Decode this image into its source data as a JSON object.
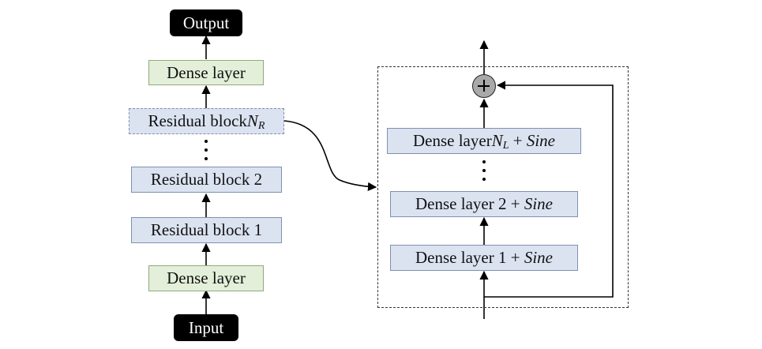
{
  "left_stack": {
    "output_label": "Output",
    "dense_top_label": "Dense layer",
    "residual_n": {
      "text": "Residual block ",
      "symbol": "N",
      "subscript": "R"
    },
    "residual_2_label": "Residual block 2",
    "residual_1_label": "Residual block 1",
    "dense_bottom_label": "Dense layer",
    "input_label": "Input"
  },
  "right_block": {
    "dense_n": {
      "text": "Dense layer ",
      "symbol": "N",
      "subscript": "L",
      "plus": " + ",
      "activation": "Sine"
    },
    "dense_2": {
      "text": "Dense layer 2 + ",
      "activation": "Sine"
    },
    "dense_1": {
      "text": "Dense layer 1 + ",
      "activation": "Sine"
    },
    "sum_icon": "plus-circle-icon"
  },
  "colors": {
    "green_fill": "#e3efd9",
    "blue_fill": "#dbe3f1",
    "sum_fill": "#a9a9a9",
    "pill_fill": "#000000"
  }
}
